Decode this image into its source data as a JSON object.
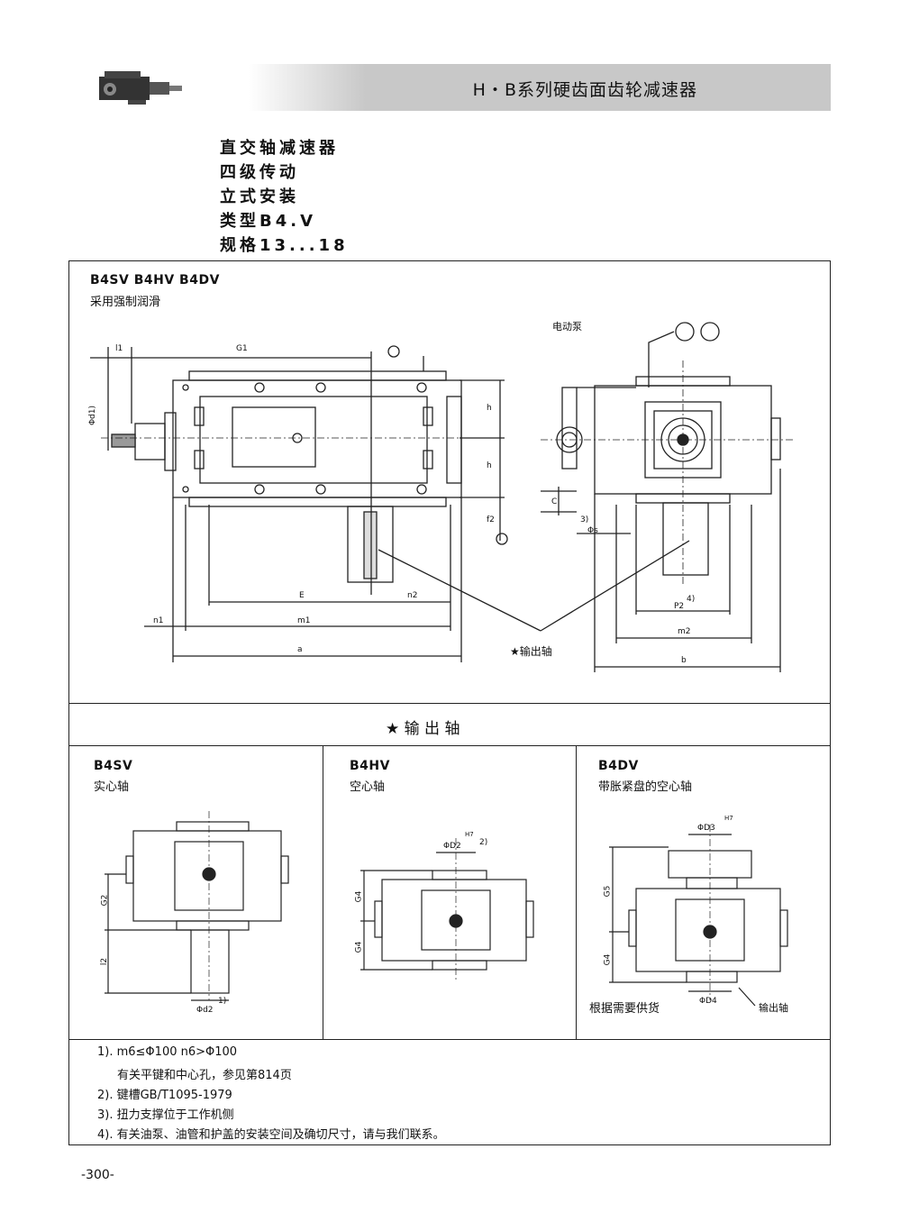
{
  "header": {
    "title": "H・B系列硬齿面齿轮减速器"
  },
  "subtitle_lines": [
    "直交轴减速器",
    "四级传动",
    "立式安装",
    "类型B4.V",
    "规格13...18"
  ],
  "top_section": {
    "models": "B4SV B4HV B4DV",
    "lubrication": "采用强制润滑",
    "pump_label": "电动泵",
    "output_shaft_label": "★输出轴",
    "dims": {
      "l1": "l1",
      "G1": "G1",
      "d1": "Φd1)",
      "h_upper": "h",
      "h_lower": "h",
      "f2": "f2",
      "E": "E",
      "n2": "n2",
      "n1": "n1",
      "m1": "m1",
      "a": "a",
      "C": "C",
      "s_note": "3)",
      "s": "Φs",
      "P2": "P2",
      "P2_note": "4)",
      "m2": "m2",
      "b": "b"
    }
  },
  "section_title": "★   输   出   轴",
  "panels": [
    {
      "model": "B4SV",
      "desc": "实心轴",
      "dims": {
        "G2": "G2",
        "l2": "l2",
        "d2": "Φd2",
        "note": "1)"
      }
    },
    {
      "model": "B4HV",
      "desc": "空心轴",
      "dims": {
        "D2": "ΦD2",
        "tol": "H7",
        "note": "2)",
        "G4a": "G4",
        "G4b": "G4"
      }
    },
    {
      "model": "B4DV",
      "desc": "带胀紧盘的空心轴",
      "dims": {
        "D3": "ΦD3",
        "tol": "H7",
        "G5": "G5",
        "G4": "G4",
        "D4": "ΦD4",
        "supply": "根据需要供货",
        "output": "输出轴"
      }
    }
  ],
  "notes": [
    "1). m6≤Φ100 n6>Φ100",
    "有关平键和中心孔，参见第814页",
    "2). 键槽GB/T1095-1979",
    "3). 扭力支撑位于工作机侧",
    "4). 有关油泵、油管和护盖的安装空间及确切尺寸，请与我们联系。"
  ],
  "page_number": "-300-"
}
